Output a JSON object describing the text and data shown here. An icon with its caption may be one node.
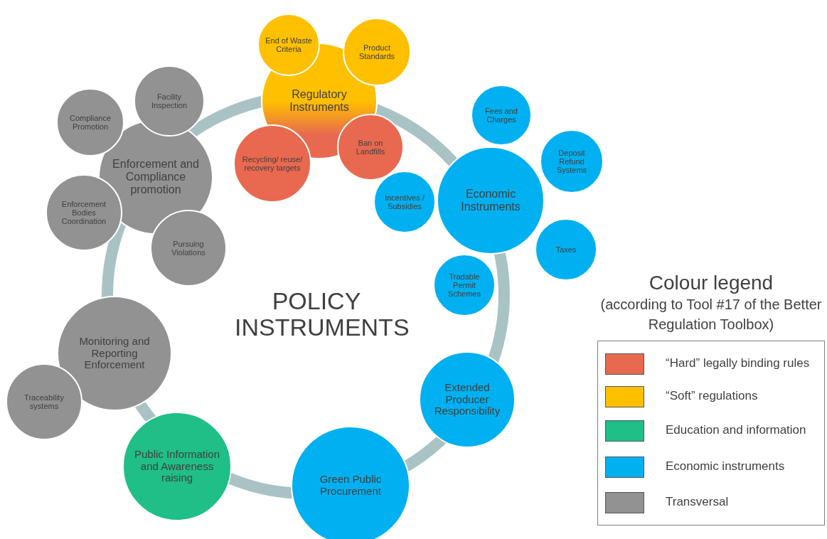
{
  "diagram": {
    "title": "POLICY INSTRUMENTS",
    "nodes": [
      {
        "text": [
          "Regulatory Instruments"
        ]
      },
      {
        "text": [
          "End of Waste Criteria"
        ]
      },
      {
        "text": [
          "Product Standards"
        ]
      },
      {
        "text": [
          "Recycling/ reuse/ recovery targets"
        ]
      },
      {
        "text": [
          "Ban on Landfills"
        ]
      },
      {
        "text": [
          "Economic Instruments"
        ]
      },
      {
        "text": [
          "Fees and Charges"
        ]
      },
      {
        "text": [
          "Deposit Refund Systems"
        ]
      },
      {
        "text": [
          "Incentives / Subsidies"
        ]
      },
      {
        "text": [
          "Taxes"
        ]
      },
      {
        "text": [
          "Tradable Permit Schemes"
        ]
      },
      {
        "text": [
          "Extended Producer Responsibility"
        ]
      },
      {
        "text": [
          "Green Public Procurement"
        ]
      },
      {
        "text": [
          "Public Information and Awareness raising"
        ]
      },
      {
        "text": [
          "Monitoring and Reporting Enforcement"
        ]
      },
      {
        "text": [
          "Traceability systems"
        ]
      },
      {
        "text": [
          "Enforcement and Compliance promotion"
        ]
      },
      {
        "text": [
          "Compliance Promotion"
        ]
      },
      {
        "text": [
          "Facility Inspection"
        ]
      },
      {
        "text": [
          "Enforcement Bodies Coordination"
        ]
      },
      {
        "text": [
          "Pursuing Violations"
        ]
      }
    ],
    "labels": [
      "Colour legend",
      "(according to Tool #17 of the Better Regulation Toolbox)"
    ],
    "legend": [
      {
        "text": "“Hard” legally binding rules",
        "color": "#e8694f"
      },
      {
        "text": "“Soft” regulations",
        "color": "#ffc000"
      },
      {
        "text": "Education and information",
        "color": "#1fbf87"
      },
      {
        "text": "Economic instruments",
        "color": "#00b0f0"
      },
      {
        "text": "Transversal",
        "color": "#929292"
      }
    ]
  }
}
